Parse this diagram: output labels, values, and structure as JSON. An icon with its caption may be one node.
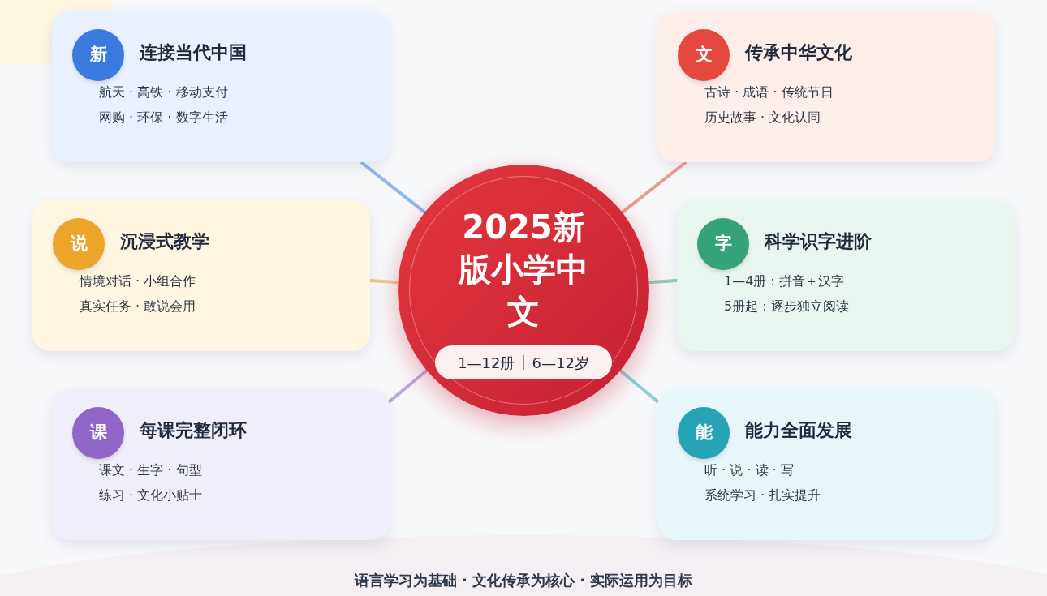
{
  "diagram": {
    "nodes": [
      {
        "text": [
          "2025新版小学中文",
          "1—12册",
          "6—12岁"
        ]
      },
      {
        "text": [
          "连接当代中国",
          "航天 · 高铁 · 移动支付",
          "网购 · 环保 · 数字生活"
        ]
      },
      {
        "text": [
          "新"
        ],
        "in": 1
      },
      {
        "text": [
          "传承中华文化",
          "古诗 · 成语 · 传统节日",
          "历史故事 · 文化认同"
        ]
      },
      {
        "text": [
          "文"
        ],
        "in": 3
      },
      {
        "text": [
          "沉浸式教学",
          "情境对话 · 小组合作",
          "真实任务 · 敢说会用"
        ]
      },
      {
        "text": [
          "说"
        ],
        "in": 5
      },
      {
        "text": [
          "科学识字进阶",
          "1—4册：拼音＋汉字",
          "5册起：逐步独立阅读"
        ]
      },
      {
        "text": [
          "字"
        ],
        "in": 7
      },
      {
        "text": [
          "每课完整闭环",
          "课文 · 生字 · 句型",
          "练习 · 文化小贴士"
        ]
      },
      {
        "text": [
          "课"
        ],
        "in": 9
      },
      {
        "text": [
          "能力全面发展",
          "听 · 说 · 读 · 写",
          "系统学习 · 扎实提升"
        ]
      },
      {
        "text": [
          "能"
        ],
        "in": 11
      }
    ],
    "edges": [
      {
        "from": 0,
        "to": 1,
        "arrow": "none",
        "color": "#8fb6ee"
      },
      {
        "from": 0,
        "to": 3,
        "arrow": "none",
        "color": "#ec9a94"
      },
      {
        "from": 0,
        "to": 5,
        "arrow": "none",
        "color": "#f0cc88"
      },
      {
        "from": 0,
        "to": 7,
        "arrow": "none",
        "color": "#8fcfb5"
      },
      {
        "from": 0,
        "to": 9,
        "arrow": "none",
        "color": "#bba7e0"
      },
      {
        "from": 0,
        "to": 11,
        "arrow": "none",
        "color": "#8ecfd6"
      }
    ],
    "labels": [
      "语言学习为基础 · 文化传承为核心 · 实际运用为目标"
    ]
  }
}
